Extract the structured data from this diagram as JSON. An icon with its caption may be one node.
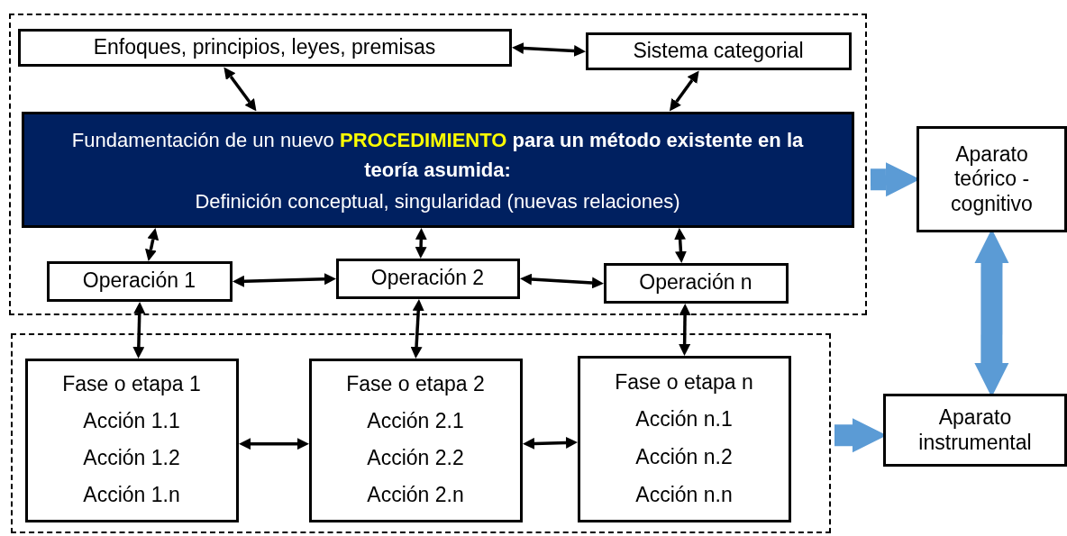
{
  "diagram": {
    "nodes": [
      {
        "text": [],
        "shape": "box"
      },
      {
        "text": [
          "Enfoques, principios, leyes, premisas"
        ],
        "in": 0
      },
      {
        "text": [
          "Sistema categorial"
        ],
        "in": 0
      },
      {
        "text": [
          "Fundamentación de un nuevo **PROCEDIMIENTO** **para un método existente en la teoría asumida:**",
          "Definición conceptual, singularidad (nuevas relaciones)"
        ],
        "in": 0
      },
      {
        "text": [
          "Operación 1"
        ],
        "in": 0
      },
      {
        "text": [
          "Operación 2"
        ],
        "in": 0
      },
      {
        "text": [
          "Operación n"
        ],
        "in": 0
      },
      {
        "text": [],
        "shape": "box"
      },
      {
        "text": [
          "Fase o etapa 1",
          "Acción 1.1",
          "Acción 1.2",
          "Acción 1.n"
        ],
        "in": 7
      },
      {
        "text": [
          "Fase o etapa 2",
          "Acción 2.1",
          "Acción 2.2",
          "Acción 2.n"
        ],
        "in": 7
      },
      {
        "text": [
          "Fase o etapa n",
          "Acción n.1",
          "Acción n.2",
          "Acción n.n"
        ],
        "in": 7
      },
      {
        "text": [
          "Aparato teórico - cognitivo"
        ]
      },
      {
        "text": [
          "Aparato instrumental"
        ]
      }
    ],
    "edges": [
      {
        "from": 1,
        "to": 2,
        "arrow": "both"
      },
      {
        "from": 1,
        "to": 3,
        "arrow": "both"
      },
      {
        "from": 2,
        "to": 3,
        "arrow": "both"
      },
      {
        "from": 3,
        "to": 4,
        "arrow": "both"
      },
      {
        "from": 3,
        "to": 5,
        "arrow": "both"
      },
      {
        "from": 3,
        "to": 6,
        "arrow": "both"
      },
      {
        "from": 4,
        "to": 5,
        "arrow": "both"
      },
      {
        "from": 5,
        "to": 6,
        "arrow": "both"
      },
      {
        "from": 4,
        "to": 8,
        "arrow": "both"
      },
      {
        "from": 5,
        "to": 9,
        "arrow": "both"
      },
      {
        "from": 6,
        "to": 10,
        "arrow": "both"
      },
      {
        "from": 8,
        "to": 9,
        "arrow": "both"
      },
      {
        "from": 9,
        "to": 10,
        "arrow": "both"
      },
      {
        "from": 0,
        "to": 11,
        "arrow": "to",
        "style": "thick",
        "color": "#5b9bd5"
      },
      {
        "from": 7,
        "to": 12,
        "arrow": "to",
        "style": "thick",
        "color": "#5b9bd5"
      },
      {
        "from": 11,
        "to": 12,
        "arrow": "both",
        "style": "thick",
        "color": "#5b9bd5"
      }
    ]
  }
}
